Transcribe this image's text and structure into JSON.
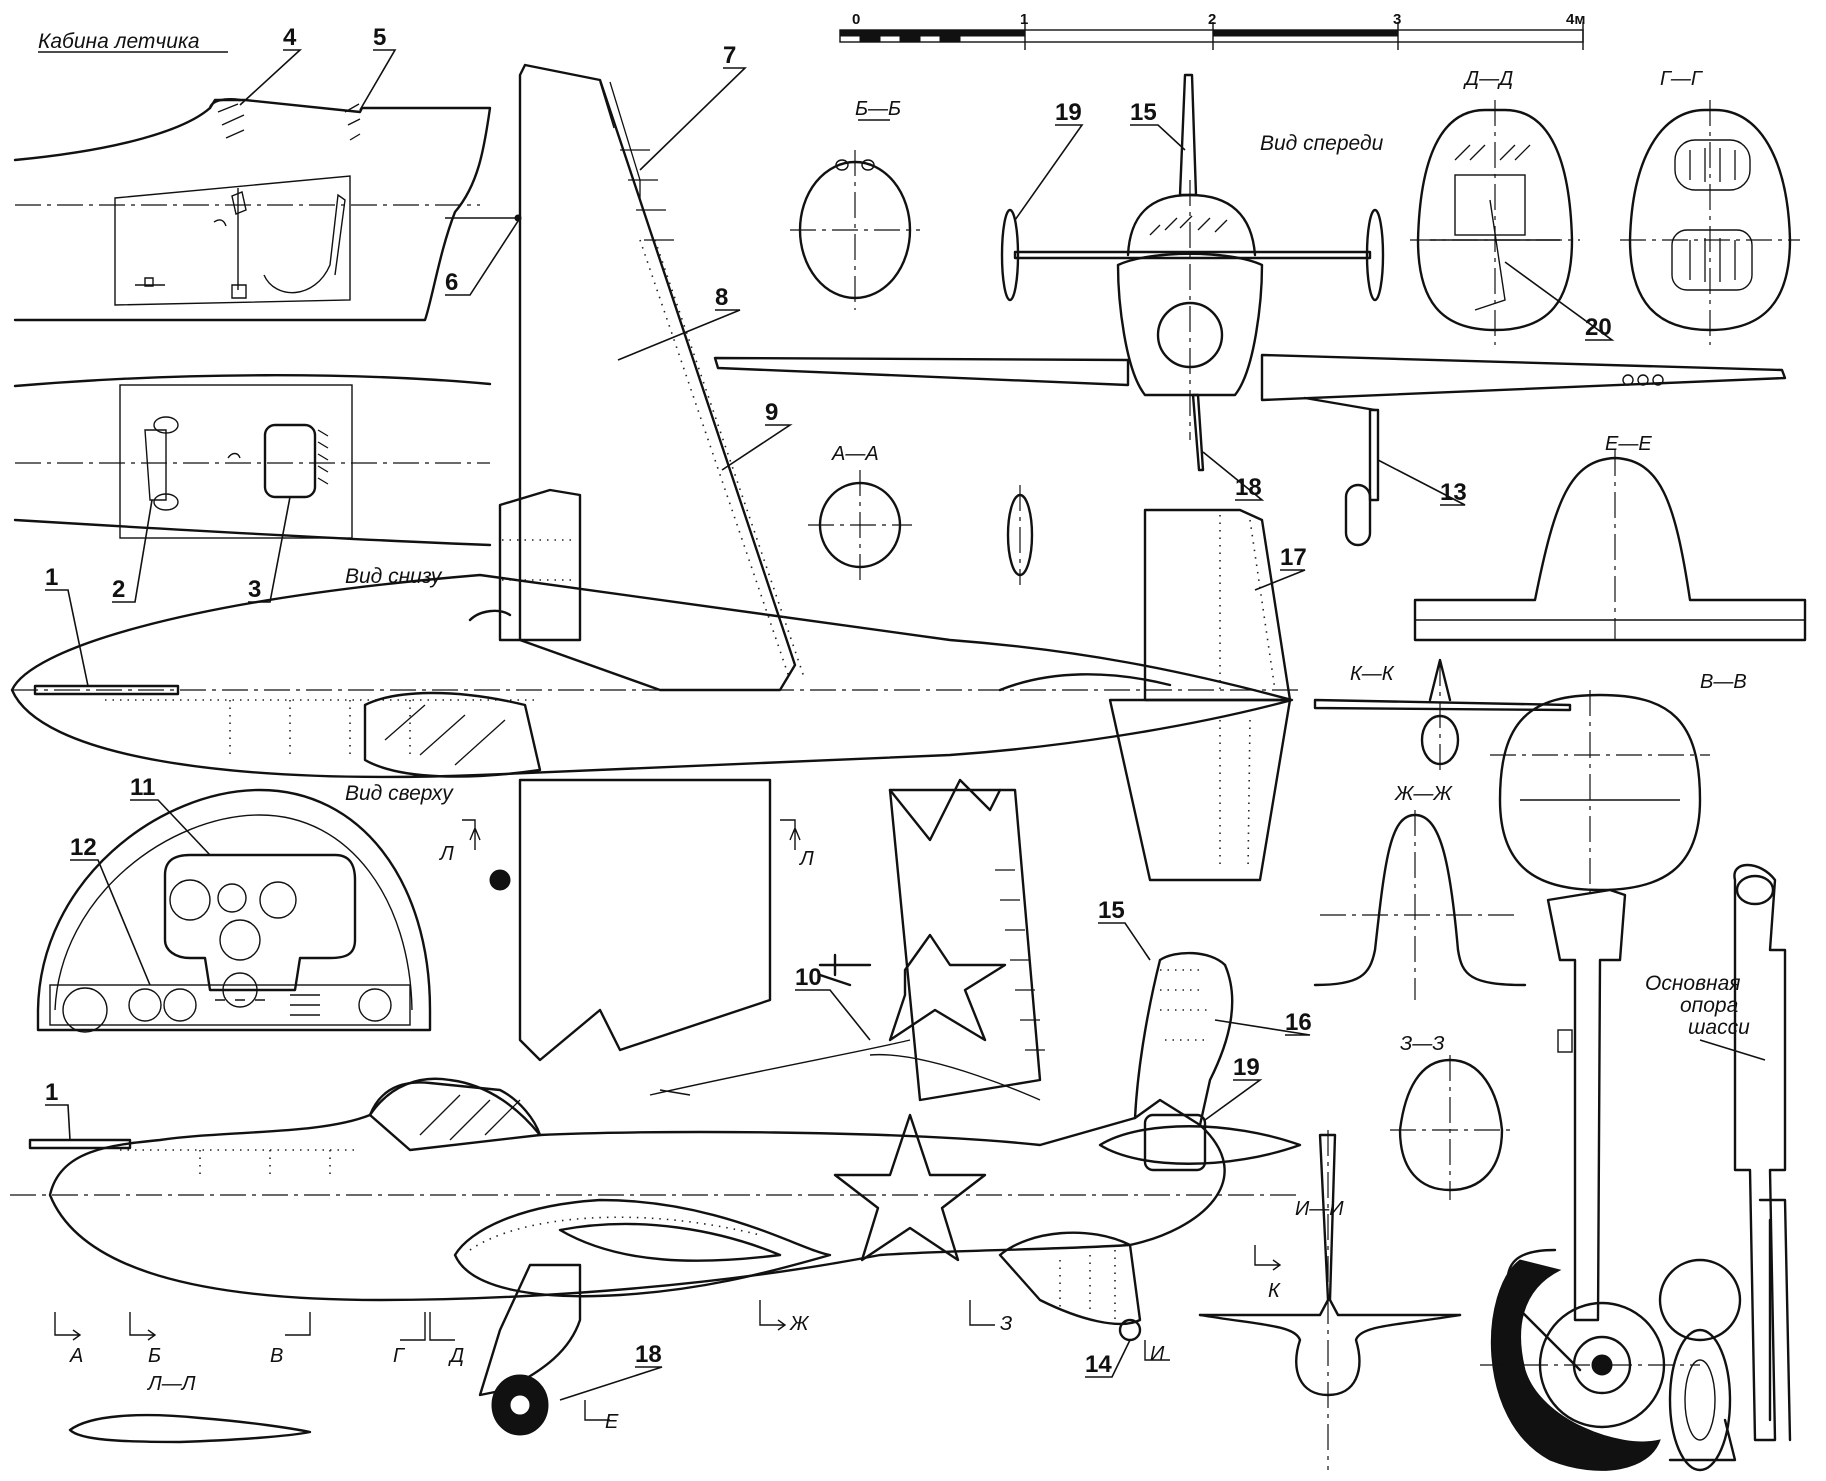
{
  "titles": {
    "cockpit": "Кабина летчика",
    "bottom_view": "Вид снизу",
    "top_view": "Вид сверху",
    "front_view": "Вид спереди",
    "main_gear": "Основная опора шасси",
    "main_gear_lines": [
      "Основная",
      "опора",
      "шасси"
    ]
  },
  "scale": {
    "ticks": [
      "0",
      "1",
      "2",
      "3",
      "4м"
    ]
  },
  "callouts": [
    "1",
    "2",
    "3",
    "4",
    "5",
    "6",
    "7",
    "8",
    "9",
    "10",
    "11",
    "12",
    "13",
    "14",
    "15",
    "16",
    "17",
    "18",
    "19",
    "20"
  ],
  "sections": {
    "AA": "А—А",
    "BB": "Б—Б",
    "VV": "В—В",
    "GG": "Г—Г",
    "DD": "Д—Д",
    "EE": "Е—Е",
    "ZhZh": "Ж—Ж",
    "ZZ": "З—З",
    "II": "И—И",
    "KK": "К—К",
    "LL": "Л—Л"
  },
  "cut_marks": {
    "A": "А",
    "B": "Б",
    "V": "В",
    "G": "Г",
    "D": "Д",
    "Zh": "Ж",
    "Z": "З",
    "K": "К",
    "I": "И",
    "E": "Е",
    "L": "Л"
  }
}
